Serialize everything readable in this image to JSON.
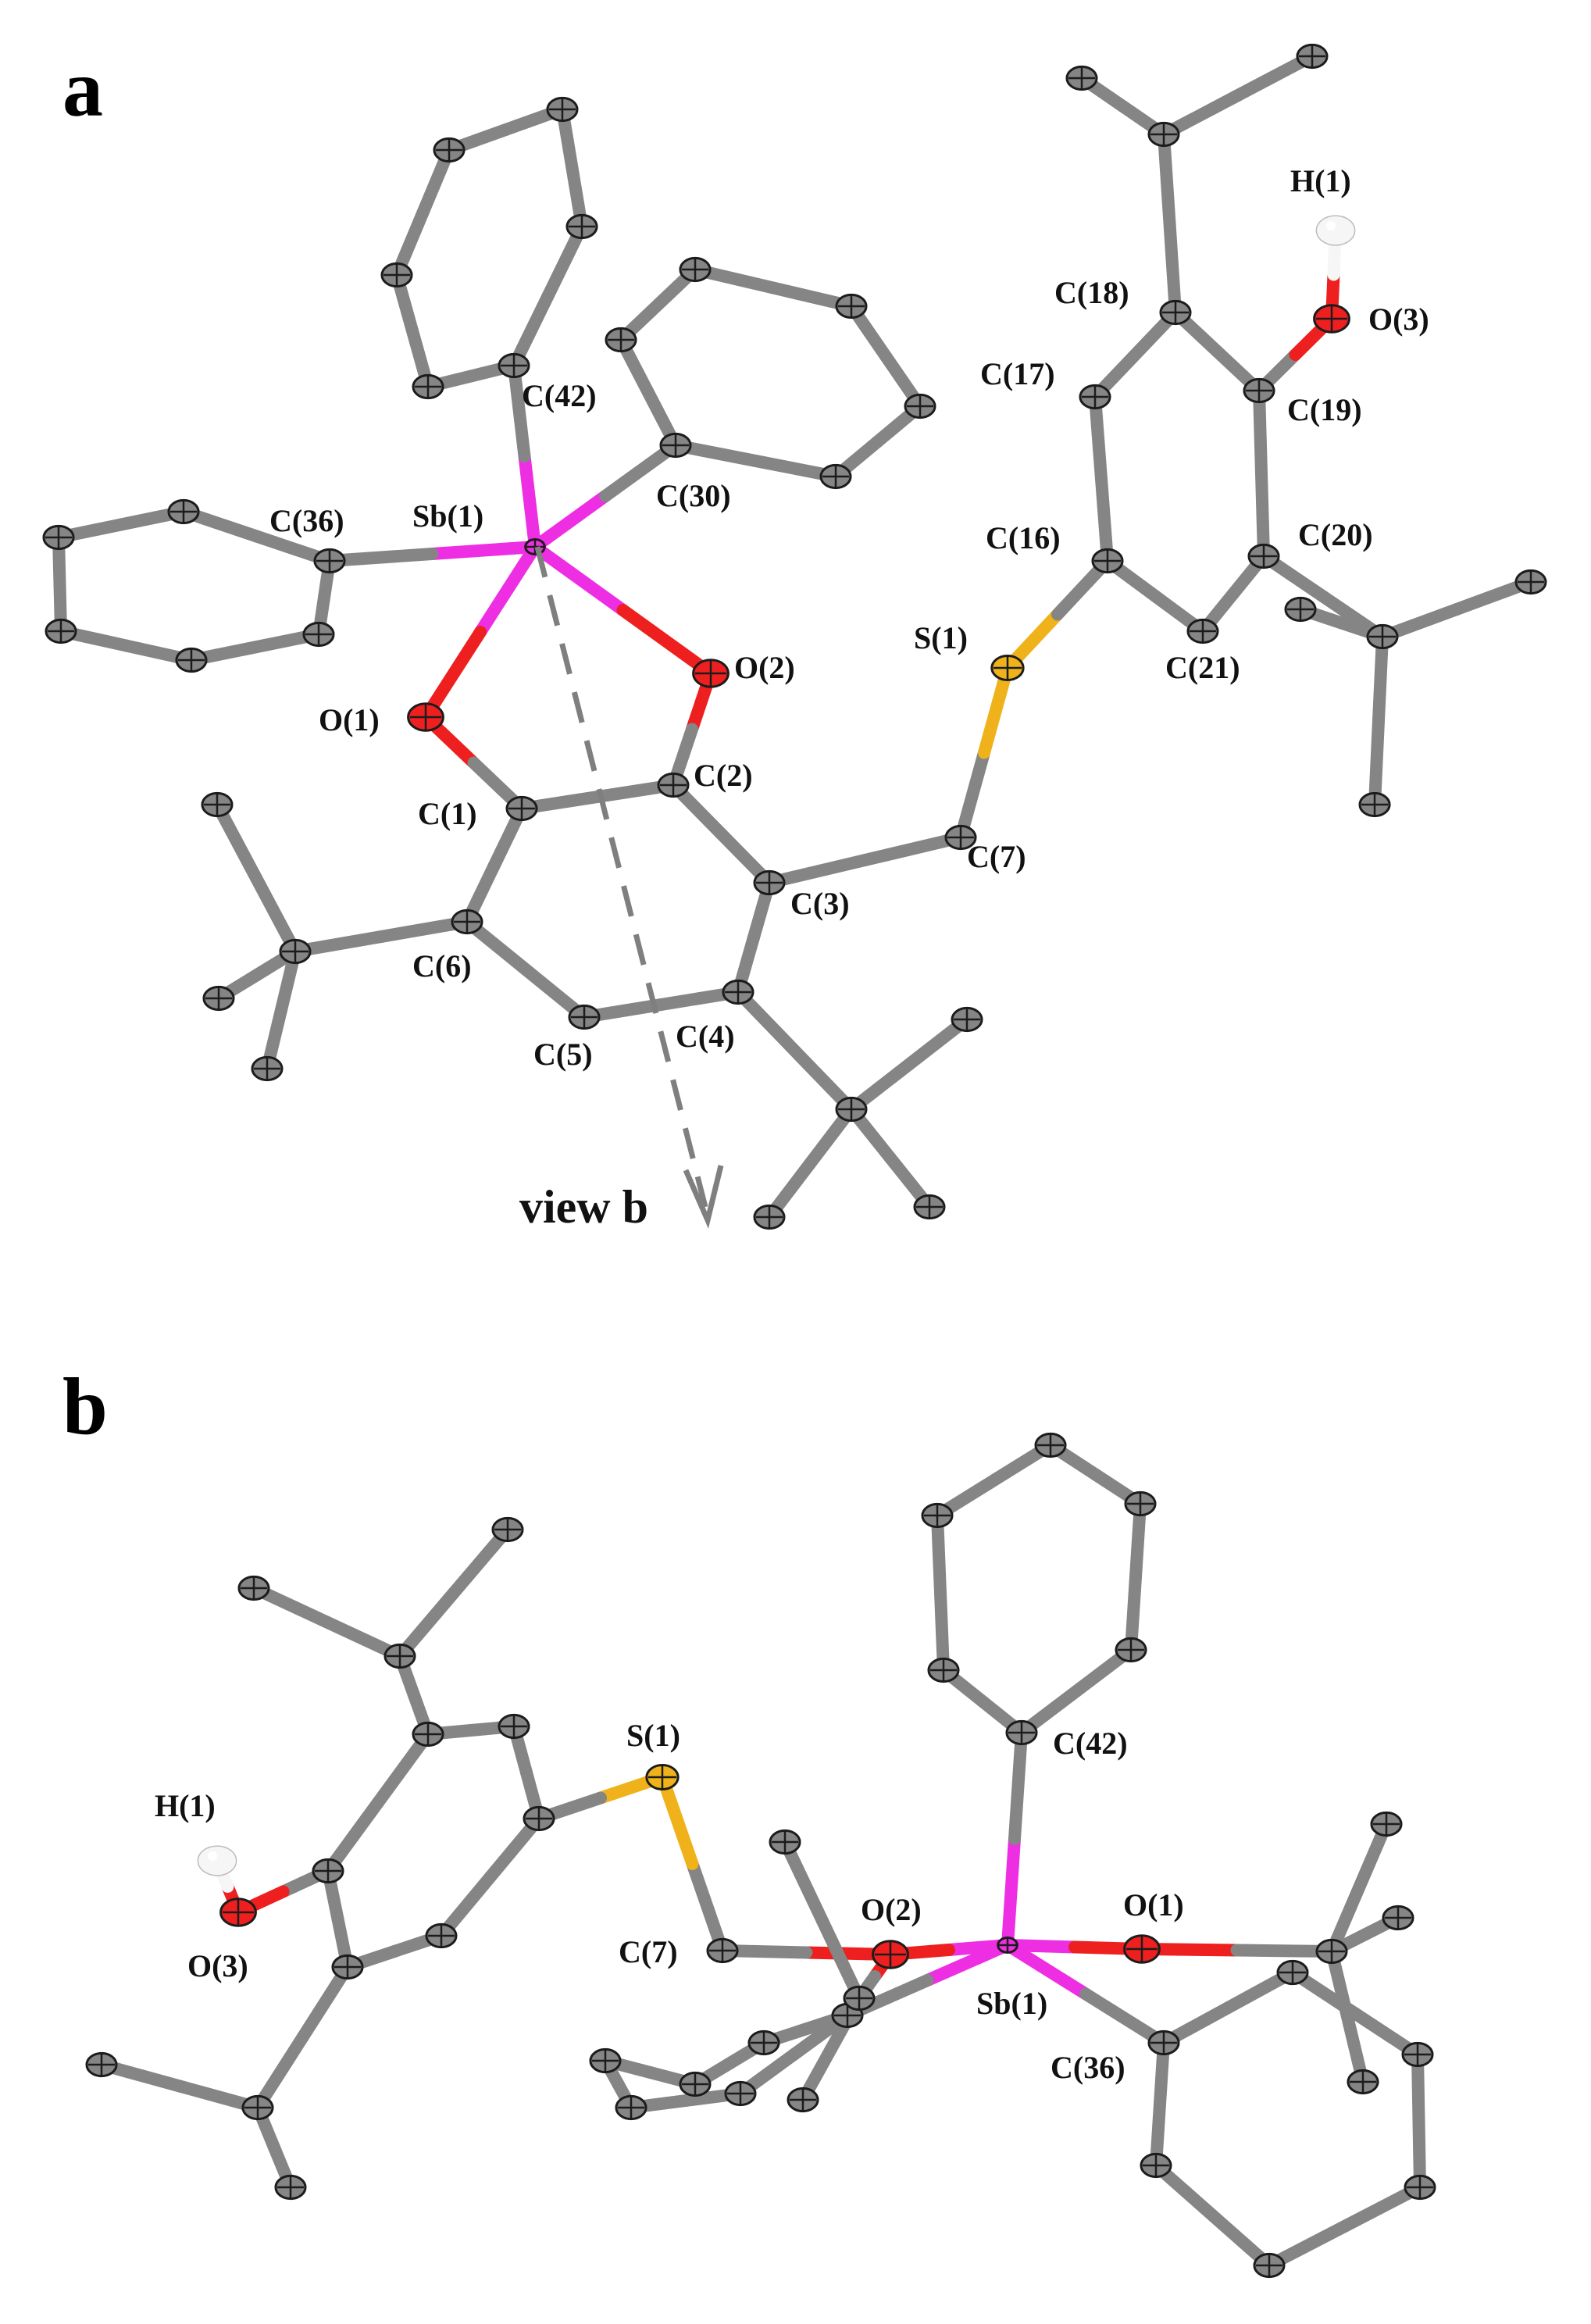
{
  "panels": {
    "a": "a",
    "b": "b"
  },
  "annotation": {
    "view_label": "view b"
  },
  "colors": {
    "carbon": "#858585",
    "carbon_dark": "#5e5e5e",
    "antimony": "#ee2ee3",
    "oxygen": "#ee1f1f",
    "sulfur": "#efb21a",
    "hydrogen": "#f6f6f6",
    "arrow": "#7f7f7f"
  },
  "labels_a": {
    "C42": "C(42)",
    "C30": "C(30)",
    "C36": "C(36)",
    "Sb1": "Sb(1)",
    "O1": "O(1)",
    "O2": "O(2)",
    "C1": "C(1)",
    "C2": "C(2)",
    "C3": "C(3)",
    "C4": "C(4)",
    "C5": "C(5)",
    "C6": "C(6)",
    "C7": "C(7)",
    "S1": "S(1)",
    "C16": "C(16)",
    "C17": "C(17)",
    "C18": "C(18)",
    "C19": "C(19)",
    "C20": "C(20)",
    "C21": "C(21)",
    "O3": "O(3)",
    "H1": "H(1)"
  },
  "labels_b": {
    "H1": "H(1)",
    "O3": "O(3)",
    "S1": "S(1)",
    "C7": "C(7)",
    "O2": "O(2)",
    "O1": "O(1)",
    "Sb1": "Sb(1)",
    "C42": "C(42)",
    "C36": "C(36)"
  }
}
